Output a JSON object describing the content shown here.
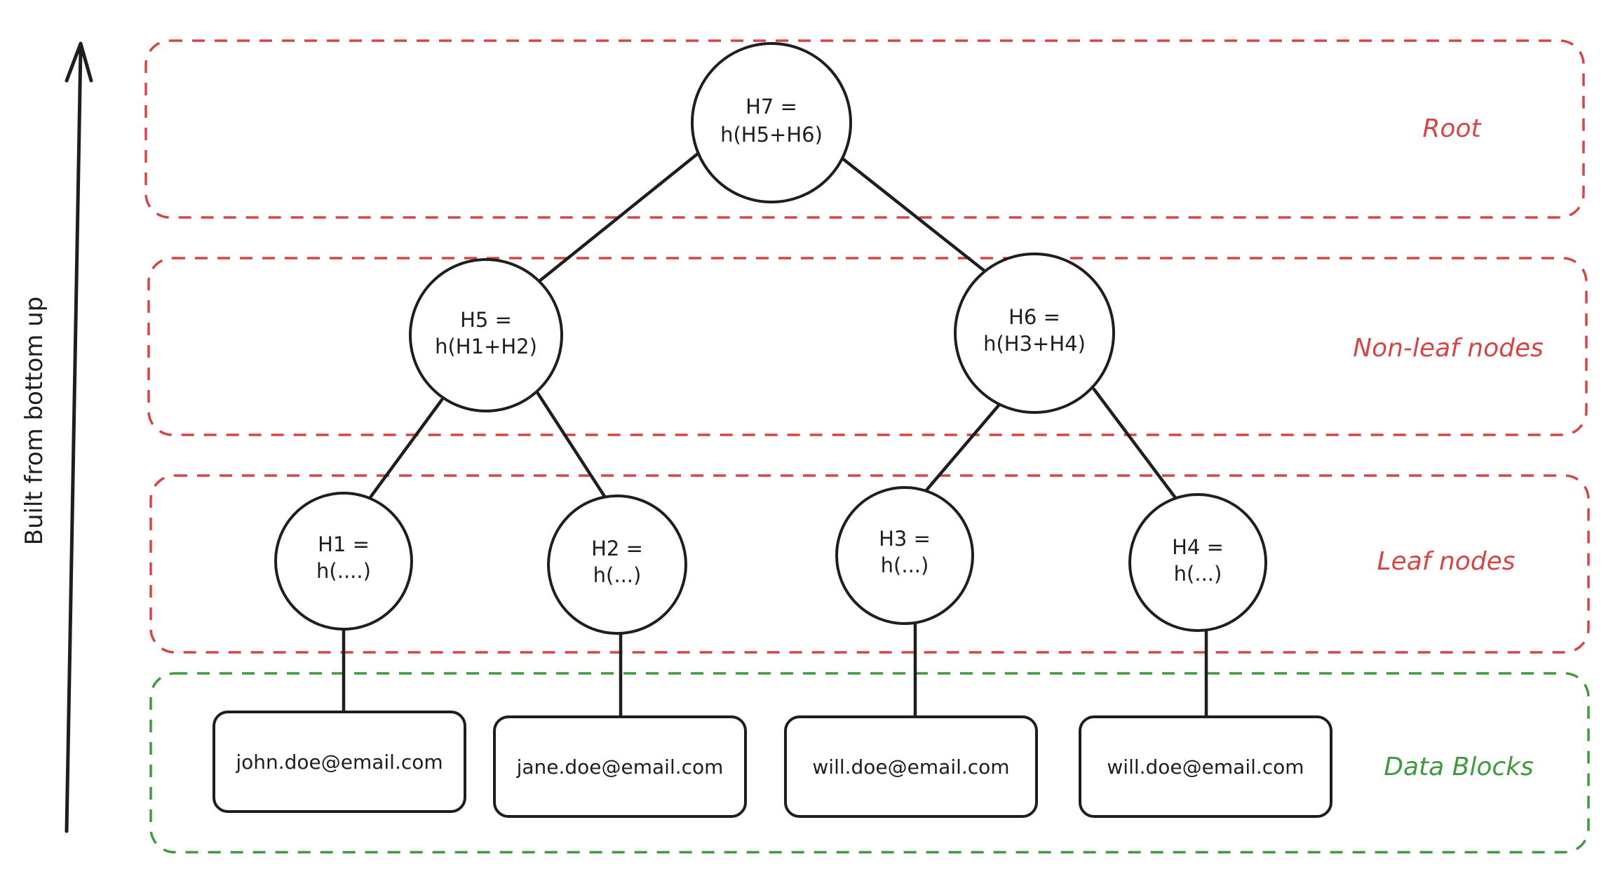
{
  "axis": {
    "label": "Built from bottom up"
  },
  "levels": {
    "root": "Root",
    "non_leaf": "Non-leaf nodes",
    "leaf": "Leaf nodes",
    "data": "Data Blocks"
  },
  "nodes": {
    "h7": {
      "line1": "H7 =",
      "line2": "h(H5+H6)"
    },
    "h5": {
      "line1": "H5 =",
      "line2": "h(H1+H2)"
    },
    "h6": {
      "line1": "H6 =",
      "line2": "h(H3+H4)"
    },
    "h1": {
      "line1": "H1 =",
      "line2": "h(....)"
    },
    "h2": {
      "line1": "H2 =",
      "line2": "h(...)"
    },
    "h3": {
      "line1": "H3 =",
      "line2": "h(...)"
    },
    "h4": {
      "line1": "H4 =",
      "line2": "h(...)"
    }
  },
  "data_blocks": [
    "john.doe@email.com",
    "jane.doe@email.com",
    "will.doe@email.com",
    "will.doe@email.com"
  ],
  "colors": {
    "tree_band": "#d64545",
    "data_band": "#3f9a3f",
    "stroke": "#1e1e1e"
  }
}
